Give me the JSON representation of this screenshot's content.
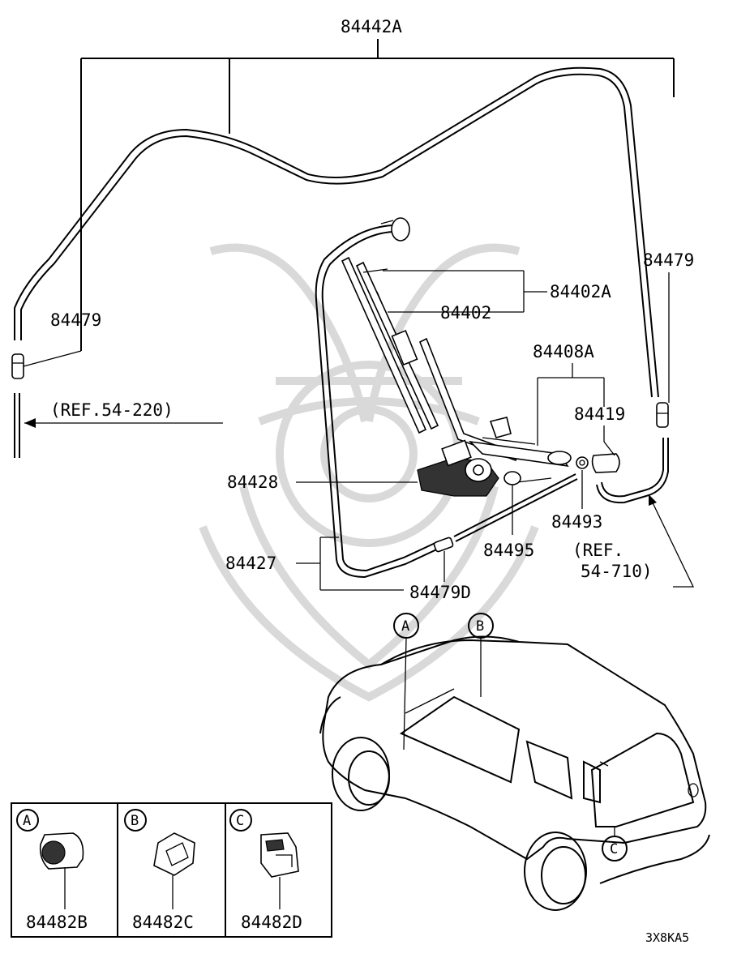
{
  "labels": {
    "p84442A": "84442A",
    "p84479_left": "84479",
    "p84479_right": "84479",
    "p84402A": "84402A",
    "p84402": "84402",
    "p84408A": "84408A",
    "p84419": "84419",
    "p84428": "84428",
    "p84493": "84493",
    "p84495": "84495",
    "p84427": "84427",
    "p84479D": "84479D",
    "ref_54_220": "(REF.54-220)",
    "ref_54_710_line1": "(REF.",
    "ref_54_710_line2": "54-710)"
  },
  "callouts": {
    "A": "A",
    "B": "B",
    "C": "C"
  },
  "detail_boxes": [
    {
      "letter": "A",
      "part": "84482B"
    },
    {
      "letter": "B",
      "part": "84482C"
    },
    {
      "letter": "C",
      "part": "84482D"
    }
  ],
  "figure_code": "3X8KA5"
}
